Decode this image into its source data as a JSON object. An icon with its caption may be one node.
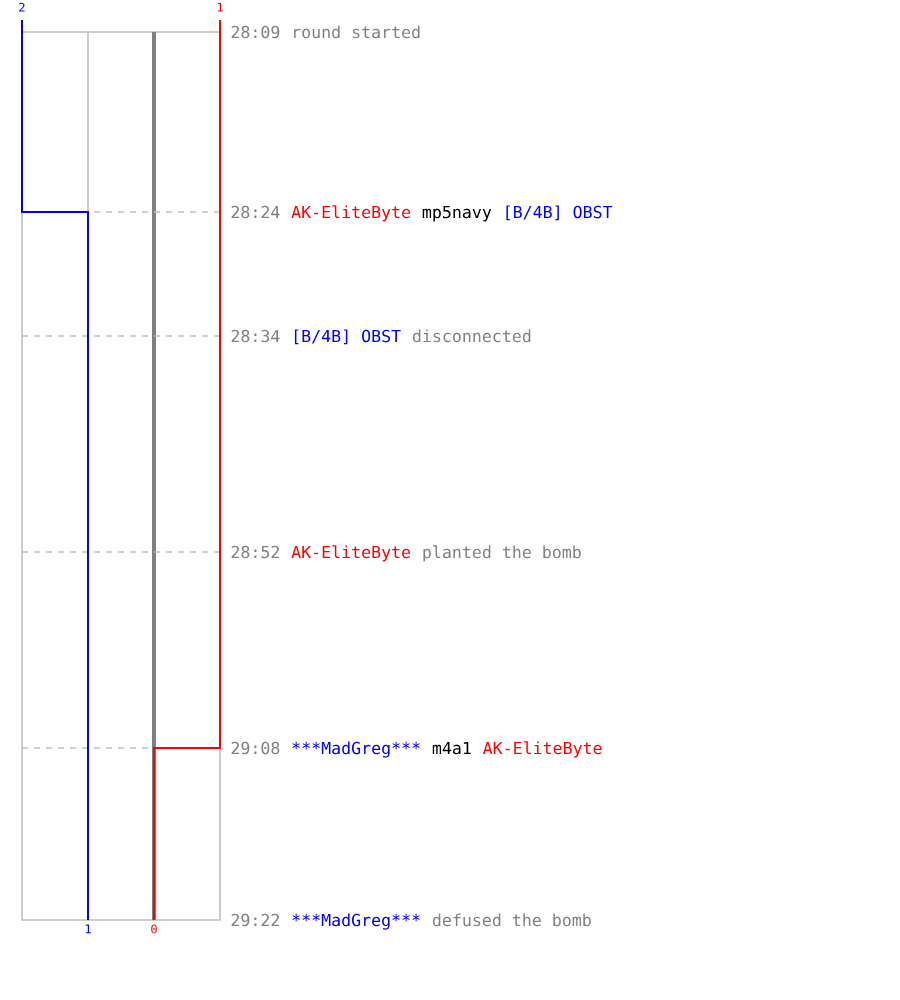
{
  "diagram": {
    "labels": [
      "2",
      "1",
      "28:09",
      "round started",
      "28:24",
      "AK-EliteByte",
      "mp5navy",
      "[B/4B] OBST",
      "28:34",
      "[B/4B] OBST",
      "disconnected",
      "28:52",
      "AK-EliteByte",
      "planted the bomb",
      "29:08",
      "***MadGreg***",
      "m4a1",
      "AK-EliteByte",
      "1",
      "0",
      "29:22",
      "***MadGreg***",
      "defused the bomb"
    ]
  }
}
